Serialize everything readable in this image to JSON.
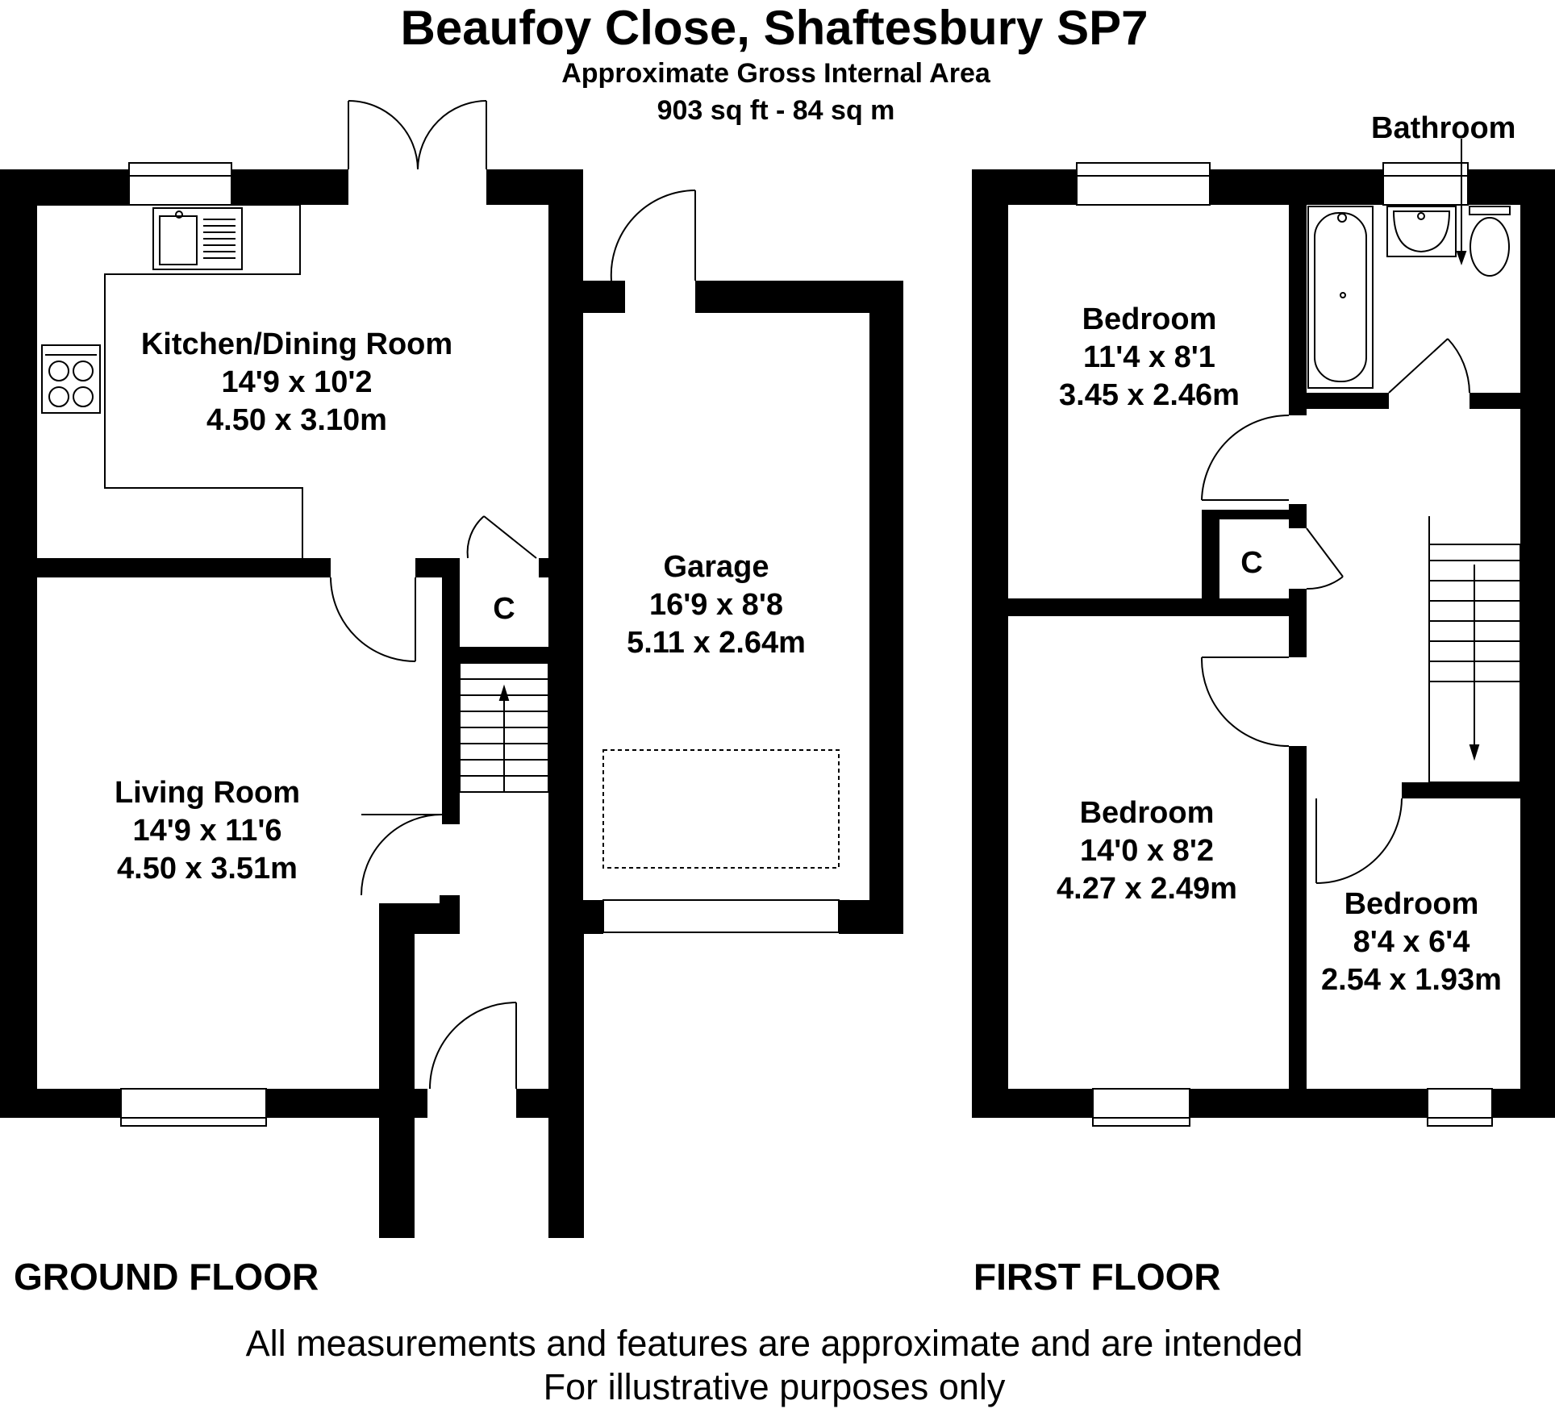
{
  "header": {
    "title": "Beaufoy Close, Shaftesbury SP7",
    "subtitle": "Approximate Gross Internal Area",
    "area": "903 sq ft - 84 sq m"
  },
  "ground_floor": {
    "label": "GROUND FLOOR",
    "rooms": {
      "kitchen": {
        "name": "Kitchen/Dining Room",
        "imperial": "14'9 x 10'2",
        "metric": "4.50 x 3.10m"
      },
      "living": {
        "name": "Living Room",
        "imperial": "14'9 x 11'6",
        "metric": "4.50 x 3.51m"
      },
      "garage": {
        "name": "Garage",
        "imperial": "16'9 x 8'8",
        "metric": "5.11 x 2.64m"
      }
    },
    "cupboard": "C"
  },
  "first_floor": {
    "label": "FIRST FLOOR",
    "bathroom": "Bathroom",
    "rooms": {
      "bedroom1": {
        "name": "Bedroom",
        "imperial": "11'4 x 8'1",
        "metric": "3.45 x 2.46m"
      },
      "bedroom2": {
        "name": "Bedroom",
        "imperial": "14'0 x 8'2",
        "metric": "4.27 x 2.49m"
      },
      "bedroom3": {
        "name": "Bedroom",
        "imperial": "8'4 x 6'4",
        "metric": "2.54 x 1.93m"
      }
    },
    "cupboard": "C"
  },
  "disclaimer": {
    "line1": "All measurements and features are approximate and are intended",
    "line2": "For illustrative purposes only"
  }
}
